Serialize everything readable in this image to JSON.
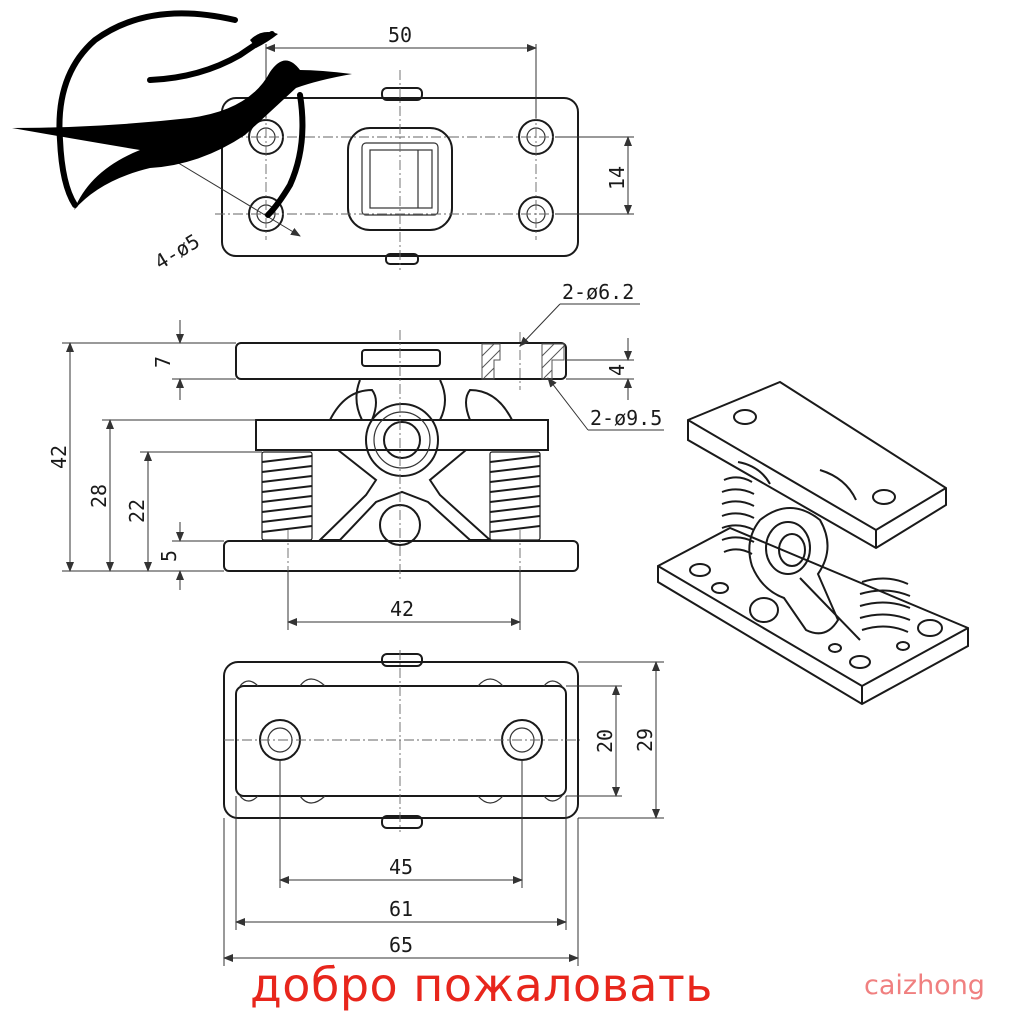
{
  "dimensions": {
    "top_width": "50",
    "top_hole_spacing": "14",
    "top_holes": "4-ø5",
    "side_hole_upper": "2-ø6.2",
    "side_hole_lower": "2-ø9.5",
    "side_plate_thickness": "7",
    "side_counterbore_depth": "4",
    "side_total_height": "42",
    "side_height_28": "28",
    "side_height_22": "22",
    "side_base_thickness": "5",
    "side_hole_spacing": "42",
    "bottom_inner_height": "20",
    "bottom_outer_height": "29",
    "bottom_hole_spacing": "45",
    "bottom_inner_width": "61",
    "bottom_outer_width": "65"
  },
  "watermark": {
    "welcome": "добро пожаловать",
    "brand": "caizhong"
  }
}
